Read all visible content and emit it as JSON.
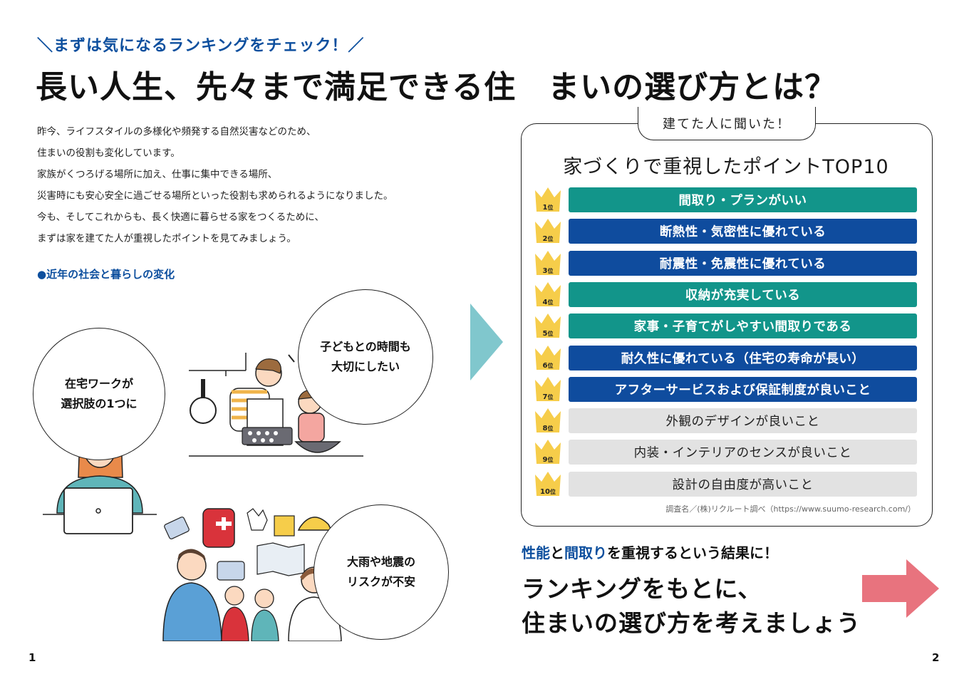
{
  "header": {
    "kicker": "＼まずは気になるランキングをチェック！／",
    "title": "長い人生、先々まで満足できる住　まいの選び方とは？"
  },
  "intro_lines": [
    "昨今、ライフスタイルの多様化や頻発する自然災害などのため、",
    "住まいの役割も変化しています。",
    "家族がくつろげる場所に加え、仕事に集中できる場所、",
    "災害時にも安心安全に過ごせる場所といった役割も求められるようになりました。",
    "今も、そしてこれからも、長く快適に暮らせる家をつくるために、",
    "まずは家を建てた人が重視したポイントを見てみましょう。"
  ],
  "section_heading": "●近年の社会と暮らしの変化",
  "bubbles": {
    "remote": [
      "在宅ワークが",
      "選択肢の1つに"
    ],
    "family": [
      "子どもとの時間も",
      "大切にしたい"
    ],
    "disaster": [
      "大雨や地震の",
      "リスクが不安"
    ]
  },
  "ranking": {
    "tab_label": "建てた人に聞いた！",
    "title": "家づくりで重視したポイントTOP10",
    "rank_suffix": "位",
    "items": [
      {
        "rank": "1",
        "label": "間取り・プランがいい",
        "color": "#12958a"
      },
      {
        "rank": "2",
        "label": "断熱性・気密性に優れている",
        "color": "#0f4c9e"
      },
      {
        "rank": "3",
        "label": "耐震性・免震性に優れている",
        "color": "#0f4c9e"
      },
      {
        "rank": "4",
        "label": "収納が充実している",
        "color": "#12958a"
      },
      {
        "rank": "5",
        "label": "家事・子育てがしやすい間取りである",
        "color": "#12958a"
      },
      {
        "rank": "6",
        "label": "耐久性に優れている（住宅の寿命が長い）",
        "color": "#0f4c9e"
      },
      {
        "rank": "7",
        "label": "アフターサービスおよび保証制度が良いこと",
        "color": "#0f4c9e"
      },
      {
        "rank": "8",
        "label": "外観のデザインが良いこと",
        "color": "#e2e2e2"
      },
      {
        "rank": "9",
        "label": "内装・インテリアのセンスが良いこと",
        "color": "#e2e2e2"
      },
      {
        "rank": "10",
        "label": "設計の自由度が高いこと",
        "color": "#e2e2e2"
      }
    ],
    "source": "調査名／(株)リクルート調べ（https://www.suumo-research.com/）"
  },
  "result": {
    "word1": "性能",
    "mid": "と",
    "word2": "間取り",
    "tail": "を重視するという結果に！",
    "cta_line1": "ランキングをもとに、",
    "cta_line2": "住まいの選び方を考えましょう"
  },
  "pages": {
    "left": "1",
    "right": "2"
  },
  "colors": {
    "accent_blue": "#0d4f9e",
    "teal": "#12958a",
    "arrow_teal": "#80c7cd",
    "arrow_pink": "#e8737e",
    "crown_gold": "#f6cd4a"
  }
}
